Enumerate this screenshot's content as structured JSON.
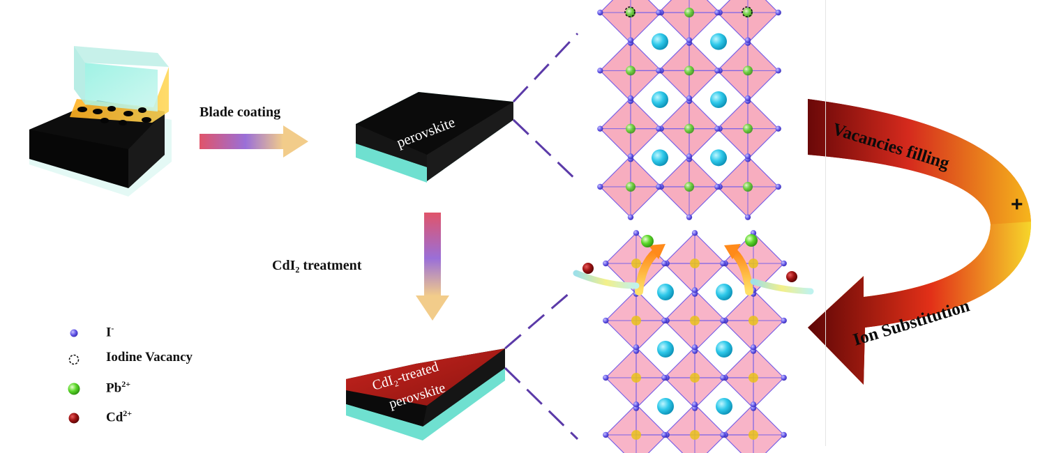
{
  "steps": {
    "blade_coating": "Blade coating",
    "cdi2_treatment": "CdI₂ treatment"
  },
  "films": {
    "pristine": "perovskite",
    "treated_line1": "CdI₂-treated",
    "treated_line2": "perovskite"
  },
  "mechanism": {
    "vacancies": "Vacancies filling",
    "plus": "+",
    "substitution": "Ion Substitution"
  },
  "legend": [
    {
      "symbol": "iodide-ion",
      "base": "I",
      "sup": "-",
      "color": "#5a4fe0"
    },
    {
      "symbol": "iodine-vacancy",
      "base": "Iodine Vacancy",
      "sup": "",
      "color": "#111111"
    },
    {
      "symbol": "lead-ion",
      "base": "Pb",
      "sup": "2+",
      "color": "#56d62c"
    },
    {
      "symbol": "cadmium-ion",
      "base": "Cd",
      "sup": "2+",
      "color": "#8e0f0f"
    }
  ],
  "colors": {
    "perovskite_black": "#0b0b0b",
    "substrate_cyan": "#6fe0d0",
    "treated_red": "#b2211d",
    "octahedron_pink": "#f06a8a",
    "bond_purple": "#7a62e6",
    "cation_cyan": "#1ec3e3"
  }
}
